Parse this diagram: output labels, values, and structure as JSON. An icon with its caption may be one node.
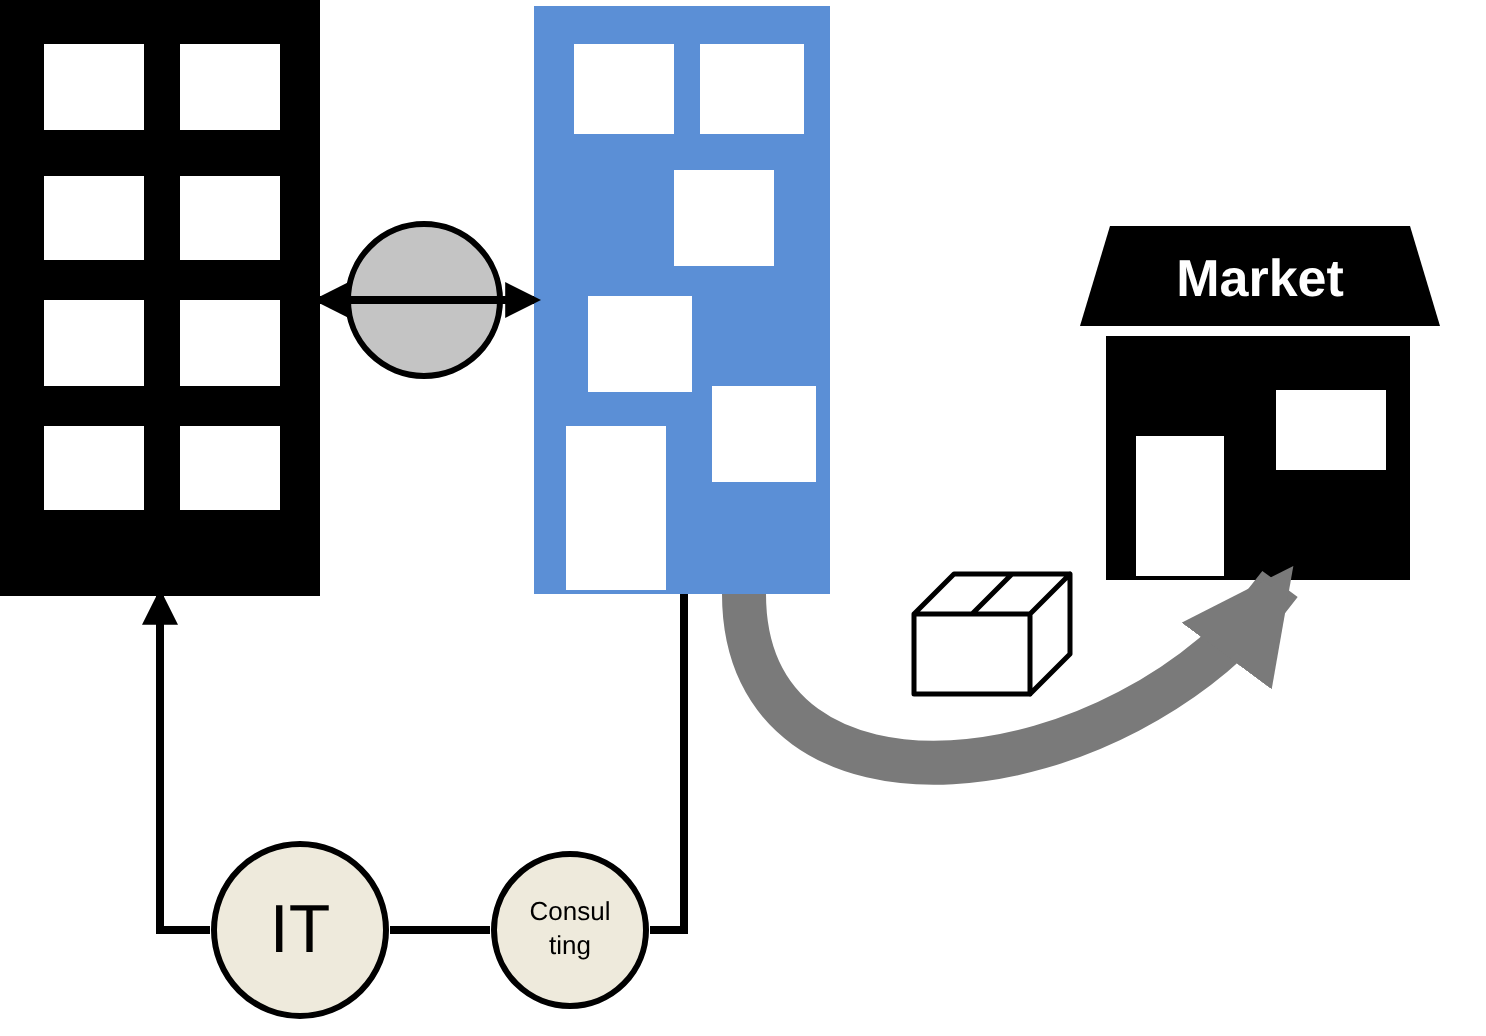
{
  "diagram": {
    "nodes": [
      {
        "text": [],
        "shape": "building"
      },
      {
        "text": [],
        "shape": "building"
      },
      {
        "text": [
          "Market"
        ]
      },
      {
        "text": [],
        "shape": "box"
      },
      {
        "text": [
          "IT"
        ]
      },
      {
        "text": [
          "Consul ting"
        ]
      }
    ],
    "edges": [
      {
        "from": 0,
        "to": 1,
        "arrow": "both"
      },
      {
        "from": 1,
        "to": 2,
        "arrow": "to",
        "style": "thick",
        "color": "#7a7a7a"
      },
      {
        "from": 1,
        "to": 5,
        "arrow": "none"
      },
      {
        "from": 5,
        "to": 4,
        "arrow": "none"
      },
      {
        "from": 4,
        "to": 0,
        "arrow": "to"
      }
    ]
  }
}
